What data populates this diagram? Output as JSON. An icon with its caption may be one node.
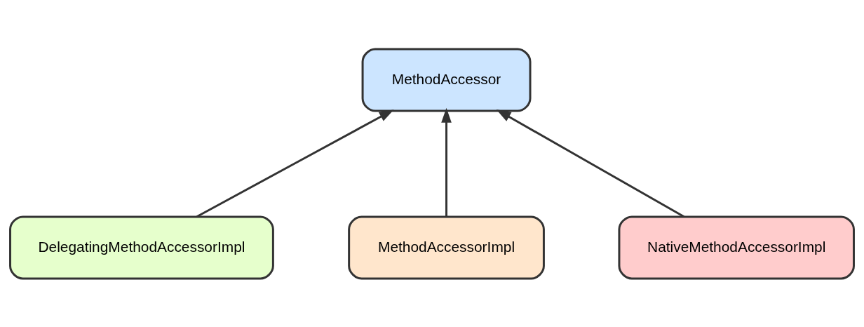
{
  "diagram": {
    "nodes": [
      {
        "text": [
          "MethodAccessor"
        ]
      },
      {
        "text": [
          "DelegatingMethodAccessorImpl"
        ]
      },
      {
        "text": [
          "MethodAccessorImpl"
        ]
      },
      {
        "text": [
          "NativeMethodAccessorImpl"
        ]
      }
    ],
    "edges": [
      {
        "from": 1,
        "to": 0,
        "arrow": "to"
      },
      {
        "from": 2,
        "to": 0,
        "arrow": "to"
      },
      {
        "from": 3,
        "to": 0,
        "arrow": "to"
      }
    ]
  }
}
